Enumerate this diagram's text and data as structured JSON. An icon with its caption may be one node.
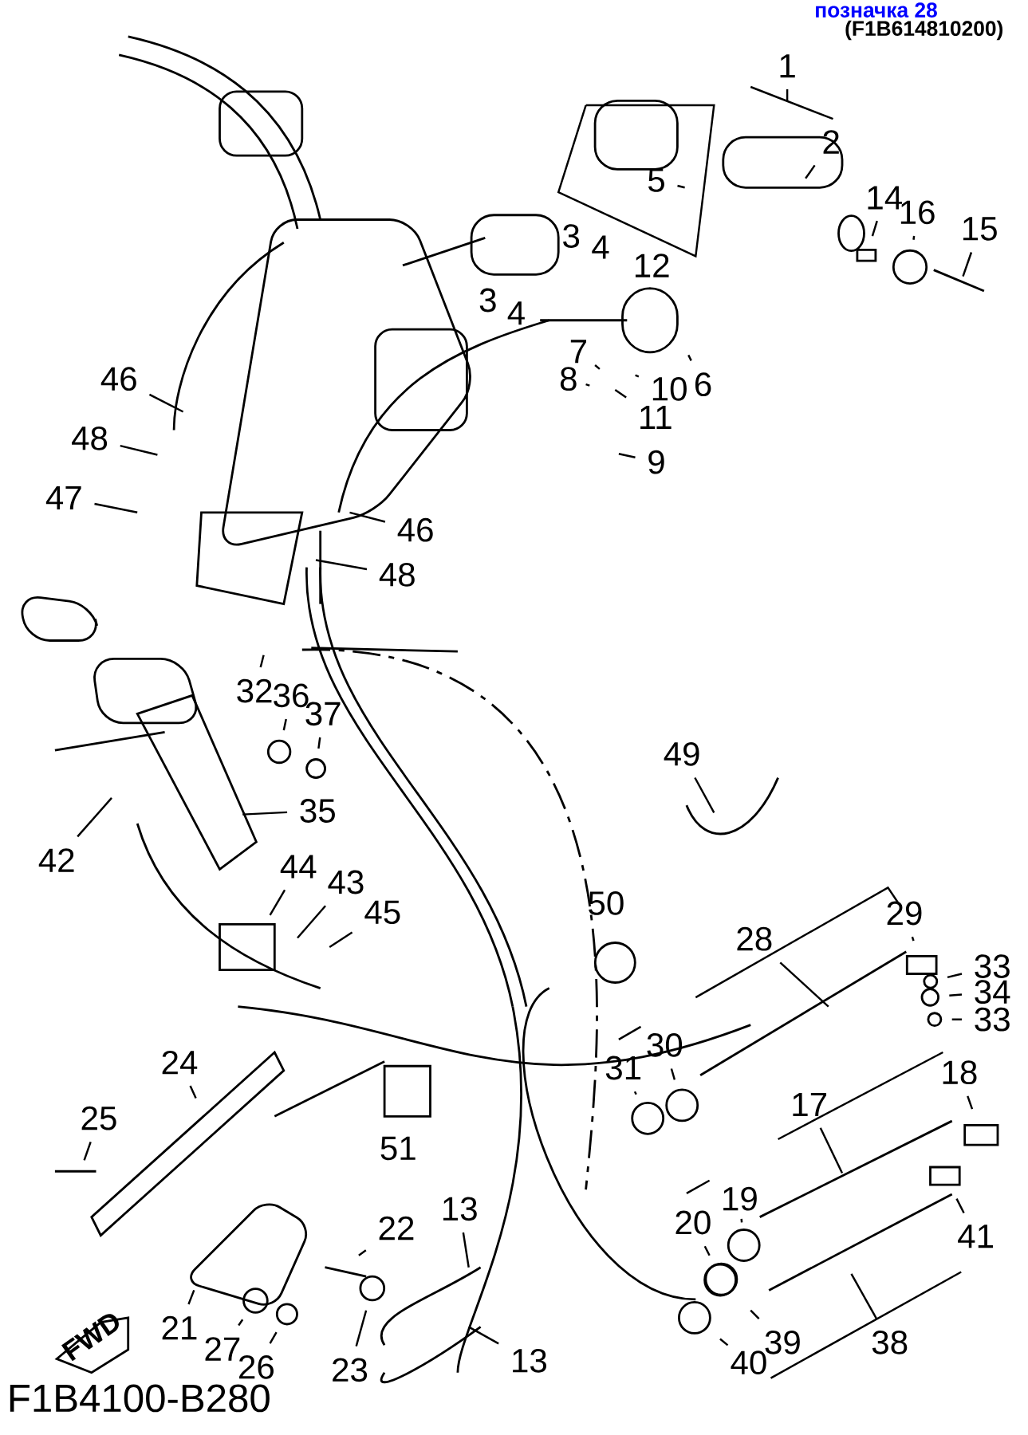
{
  "diagram": {
    "nodes": [
      {
        "text": [
          "1"
        ]
      },
      {
        "text": [
          "2"
        ]
      },
      {
        "text": [
          "5"
        ]
      },
      {
        "text": [
          "14"
        ]
      },
      {
        "text": [
          "16"
        ]
      },
      {
        "text": [
          "15"
        ]
      },
      {
        "text": [
          "3"
        ]
      },
      {
        "text": [
          "4"
        ]
      },
      {
        "text": [
          "12"
        ]
      },
      {
        "text": [
          "3"
        ]
      },
      {
        "text": [
          "4"
        ]
      },
      {
        "text": [
          "7"
        ]
      },
      {
        "text": [
          "8"
        ]
      },
      {
        "text": [
          "10"
        ]
      },
      {
        "text": [
          "6"
        ]
      },
      {
        "text": [
          "11"
        ]
      },
      {
        "text": [
          "9"
        ]
      },
      {
        "text": [
          "46"
        ]
      },
      {
        "text": [
          "48"
        ]
      },
      {
        "text": [
          "47"
        ]
      },
      {
        "text": [
          "46"
        ]
      },
      {
        "text": [
          "48"
        ]
      },
      {
        "text": [
          "32"
        ]
      },
      {
        "text": [
          "36"
        ]
      },
      {
        "text": [
          "37"
        ]
      },
      {
        "text": [
          "49"
        ]
      },
      {
        "text": [
          "35"
        ]
      },
      {
        "text": [
          "42"
        ]
      },
      {
        "text": [
          "44"
        ]
      },
      {
        "text": [
          "43"
        ]
      },
      {
        "text": [
          "45"
        ]
      },
      {
        "text": [
          "50"
        ]
      },
      {
        "text": [
          "29"
        ]
      },
      {
        "text": [
          "28"
        ]
      },
      {
        "text": [
          "33"
        ]
      },
      {
        "text": [
          "34"
        ]
      },
      {
        "text": [
          "33"
        ]
      },
      {
        "text": [
          "30"
        ]
      },
      {
        "text": [
          "31"
        ]
      },
      {
        "text": [
          "24"
        ]
      },
      {
        "text": [
          "18"
        ]
      },
      {
        "text": [
          "17"
        ]
      },
      {
        "text": [
          "25"
        ]
      },
      {
        "text": [
          "51"
        ]
      },
      {
        "text": [
          "13"
        ]
      },
      {
        "text": [
          "19"
        ]
      },
      {
        "text": [
          "20"
        ]
      },
      {
        "text": [
          "22"
        ]
      },
      {
        "text": [
          "41"
        ]
      },
      {
        "text": [
          "21"
        ]
      },
      {
        "text": [
          "27"
        ]
      },
      {
        "text": [
          "26"
        ]
      },
      {
        "text": [
          "23"
        ]
      },
      {
        "text": [
          "39"
        ]
      },
      {
        "text": [
          "38"
        ]
      },
      {
        "text": [
          "40"
        ]
      },
      {
        "text": [
          "13"
        ]
      }
    ],
    "edges": [
      {
        "from": 0,
        "to": null,
        "arrow": "none"
      },
      {
        "from": 1,
        "to": null,
        "arrow": "none"
      },
      {
        "from": 2,
        "to": null,
        "arrow": "none"
      },
      {
        "from": 3,
        "to": null,
        "arrow": "none"
      },
      {
        "from": 4,
        "to": null,
        "arrow": "none"
      },
      {
        "from": 5,
        "to": null,
        "arrow": "none"
      },
      {
        "from": 11,
        "to": null,
        "arrow": "none"
      },
      {
        "from": 12,
        "to": null,
        "arrow": "none"
      },
      {
        "from": 13,
        "to": null,
        "arrow": "none"
      },
      {
        "from": 14,
        "to": null,
        "arrow": "none"
      },
      {
        "from": 15,
        "to": null,
        "arrow": "none"
      },
      {
        "from": 16,
        "to": null,
        "arrow": "none"
      },
      {
        "from": 17,
        "to": null,
        "arrow": "none"
      },
      {
        "from": 18,
        "to": null,
        "arrow": "none"
      },
      {
        "from": 19,
        "to": null,
        "arrow": "none"
      },
      {
        "from": 20,
        "to": null,
        "arrow": "none"
      },
      {
        "from": 21,
        "to": null,
        "arrow": "none"
      },
      {
        "from": 22,
        "to": null,
        "arrow": "none"
      },
      {
        "from": 23,
        "to": null,
        "arrow": "none"
      },
      {
        "from": 24,
        "to": null,
        "arrow": "none"
      },
      {
        "from": 25,
        "to": null,
        "arrow": "none"
      },
      {
        "from": 26,
        "to": null,
        "arrow": "none"
      },
      {
        "from": 27,
        "to": null,
        "arrow": "none"
      },
      {
        "from": 28,
        "to": null,
        "arrow": "none"
      },
      {
        "from": 29,
        "to": null,
        "arrow": "none"
      },
      {
        "from": 30,
        "to": null,
        "arrow": "none"
      },
      {
        "from": 32,
        "to": null,
        "arrow": "none"
      },
      {
        "from": 33,
        "to": null,
        "arrow": "none"
      },
      {
        "from": 34,
        "to": null,
        "arrow": "none"
      },
      {
        "from": 35,
        "to": null,
        "arrow": "none"
      },
      {
        "from": 36,
        "to": null,
        "arrow": "none"
      },
      {
        "from": 37,
        "to": null,
        "arrow": "none"
      },
      {
        "from": 38,
        "to": null,
        "arrow": "none"
      },
      {
        "from": 39,
        "to": null,
        "arrow": "none"
      },
      {
        "from": 40,
        "to": null,
        "arrow": "none"
      },
      {
        "from": 41,
        "to": null,
        "arrow": "none"
      },
      {
        "from": 42,
        "to": null,
        "arrow": "none"
      },
      {
        "from": 44,
        "to": null,
        "arrow": "none"
      },
      {
        "from": 45,
        "to": null,
        "arrow": "none"
      },
      {
        "from": 46,
        "to": null,
        "arrow": "none"
      },
      {
        "from": 47,
        "to": null,
        "arrow": "none"
      },
      {
        "from": 48,
        "to": null,
        "arrow": "none"
      },
      {
        "from": 49,
        "to": null,
        "arrow": "none"
      },
      {
        "from": 50,
        "to": null,
        "arrow": "none"
      },
      {
        "from": 51,
        "to": null,
        "arrow": "none"
      },
      {
        "from": 52,
        "to": null,
        "arrow": "none"
      },
      {
        "from": 53,
        "to": null,
        "arrow": "none"
      },
      {
        "from": 54,
        "to": null,
        "arrow": "none"
      },
      {
        "from": 55,
        "to": null,
        "arrow": "none"
      },
      {
        "from": 56,
        "to": null,
        "arrow": "none"
      }
    ],
    "labels": [
      "позначка 28",
      "(F1B614810200)",
      "FWD",
      "F1B4100-B280"
    ]
  }
}
